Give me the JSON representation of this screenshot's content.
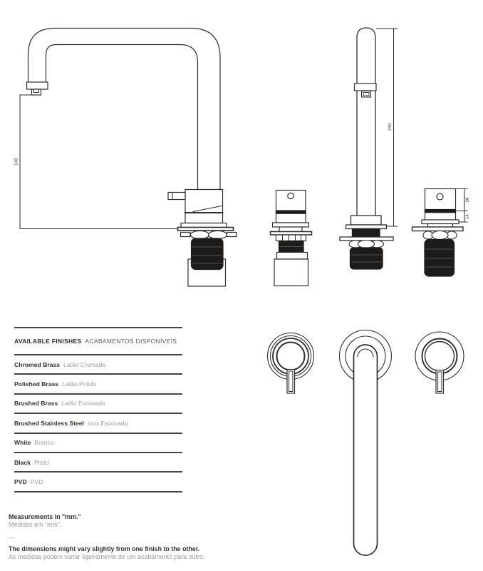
{
  "product_sheet": {
    "type": "faucet technical drawing",
    "views": [
      "side view with U spout",
      "valve side view",
      "front view",
      "valve front view",
      "top plan view"
    ]
  },
  "dimensions": {
    "spout_reach_height": "140",
    "spout_total_height": "240",
    "handle_body_height": "26",
    "handle_base_height": "14",
    "unit": "mm"
  },
  "finishes": {
    "title_en": "AVAILABLE FINISHES",
    "title_pt": "ACABAMENTOS DISPONÍVEIS",
    "rows": [
      {
        "en": "Chromed Brass",
        "pt": "Latão Cromado"
      },
      {
        "en": "Polished Brass",
        "pt": "Latão Polido"
      },
      {
        "en": "Brushed Brass",
        "pt": "Latão Escovado"
      },
      {
        "en": "Brushed Stainless Steel",
        "pt": "Inox Escovado"
      },
      {
        "en": "White",
        "pt": "Branco"
      },
      {
        "en": "Black",
        "pt": "Preto"
      },
      {
        "en": "PVD",
        "pt": "PVD"
      }
    ]
  },
  "notes": {
    "measurements_en": "Measurements in \"mm.\"",
    "measurements_pt": "Medidas em \"mm\".",
    "divider": "—",
    "variance_en": "The dimensions might vary slightly from one finish to the other.",
    "variance_pt": "As medidas podem variar ligeiramente de um acabamento para outro."
  },
  "colors": {
    "line": "#2f2e2c",
    "line_light": "#6f6e6c",
    "dark_fill": "#1d1c1a",
    "thread_band": "#4f4e4c",
    "rule": "#45433f",
    "text_dark": "#34312e",
    "text_gray": "#9d9c9a"
  }
}
